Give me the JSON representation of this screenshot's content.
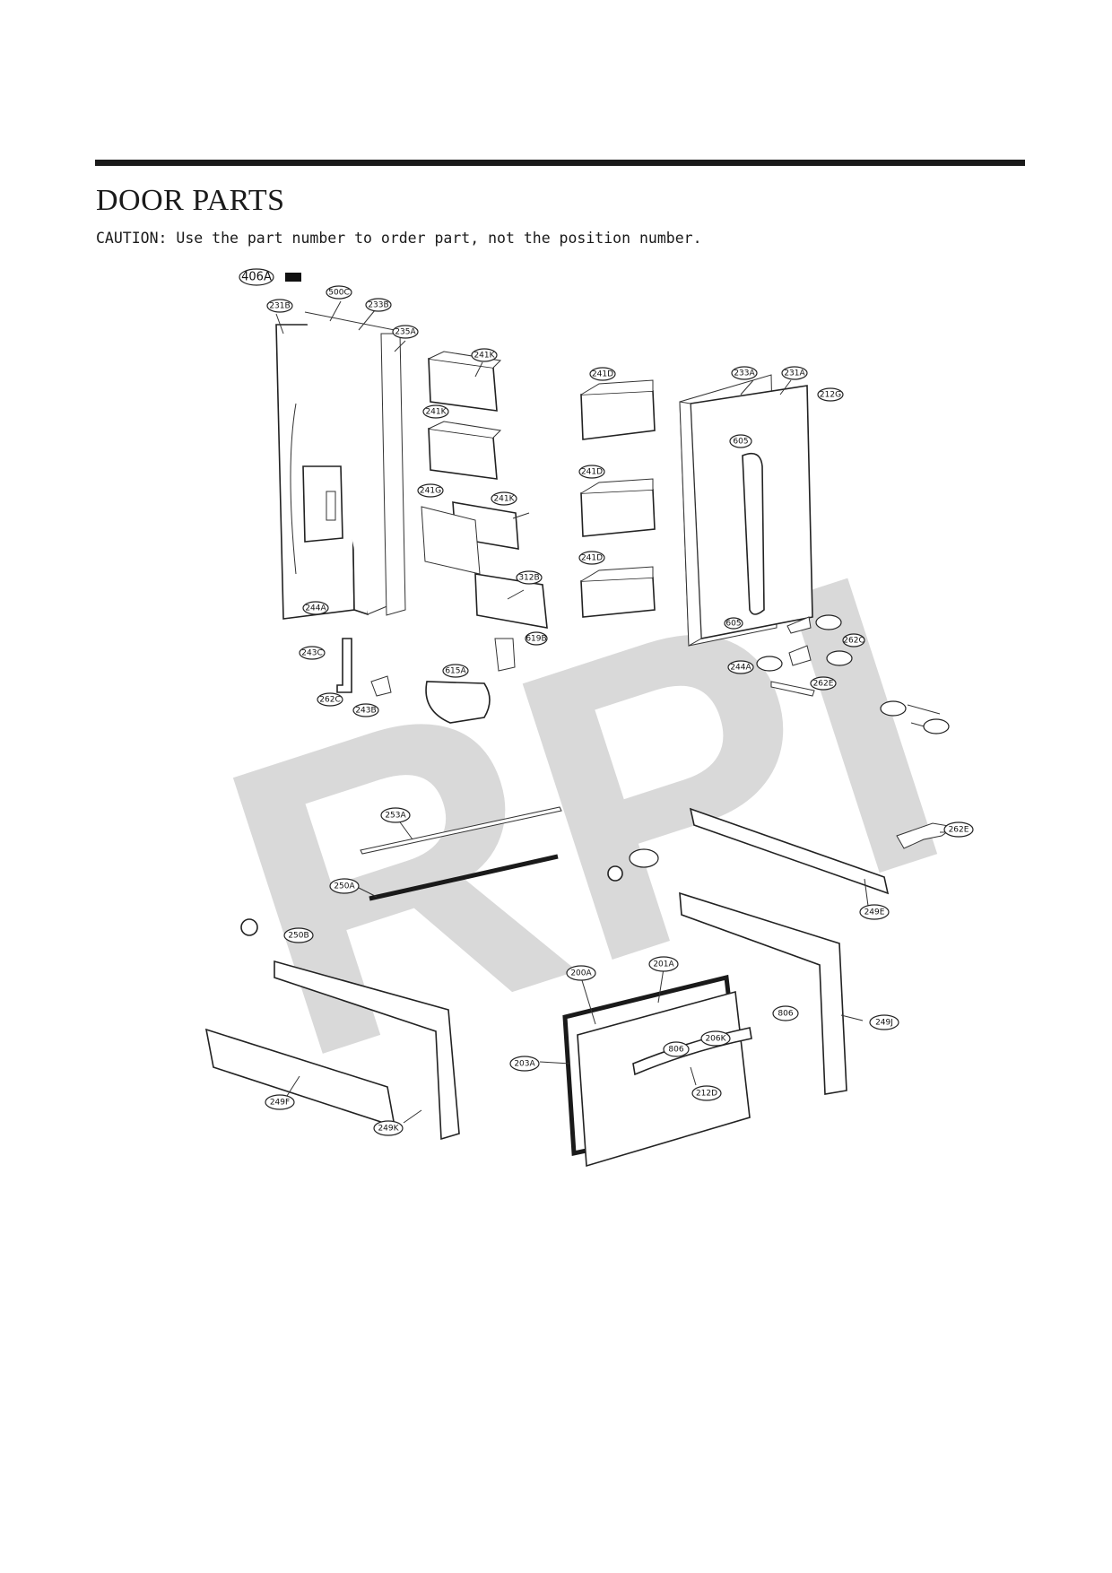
{
  "page": {
    "title": "DOOR PARTS",
    "caution": "CAUTION: Use the part number to order part, not the position number."
  },
  "watermark": {
    "text": "RPI",
    "color": "#d9d9d9"
  },
  "callouts": {
    "c406A": "406A",
    "c231B": "231B",
    "c500C": "500C",
    "c233B": "233B",
    "c235A": "235A",
    "c241K_1": "241K",
    "c241K_2": "241K",
    "c241G": "241G",
    "c241K_3": "241K",
    "c312B": "312B",
    "c244A_left": "244A",
    "c241D_1": "241D",
    "c241D_2": "241D",
    "c241D_3": "241D",
    "c233A": "233A",
    "c231A": "231A",
    "c212G": "212G",
    "c605_top": "605",
    "c605_bottom": "605",
    "c244A_right": "244A",
    "c262C_right": "262C",
    "c262E_small": "262E",
    "c243C": "243C",
    "c262C_left": "262C",
    "c243B": "243B",
    "c615A": "615A",
    "c619B": "619B",
    "c253A": "253A",
    "c250A": "250A",
    "c250B": "250B",
    "c262E": "262E",
    "c249E": "249E",
    "c200A": "200A",
    "c201A": "201A",
    "c806_right": "806",
    "c206K": "206K",
    "c806_left": "806",
    "c203A": "203A",
    "c212D": "212D",
    "c249J": "249J",
    "c249F": "249F",
    "c249K": "249K",
    "blank": ""
  }
}
